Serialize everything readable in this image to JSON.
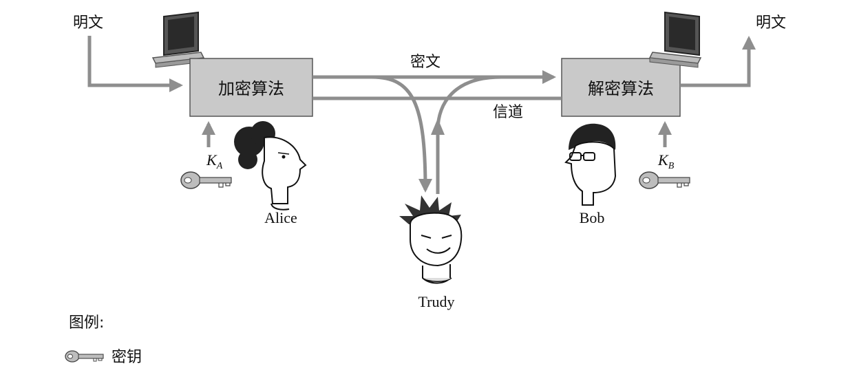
{
  "labels": {
    "plaintext_in": "明文",
    "plaintext_out": "明文",
    "ciphertext": "密文",
    "channel": "信道",
    "encrypt_box": "加密算法",
    "decrypt_box": "解密算法",
    "key_a": "K",
    "key_a_sub": "A",
    "key_b": "K",
    "key_b_sub": "B",
    "alice": "Alice",
    "bob": "Bob",
    "trudy": "Trudy",
    "legend_title": "图例:",
    "legend_key": "密钥"
  },
  "colors": {
    "box_fill": "#c9c9c9",
    "arrow": "#8e8e8e",
    "line_dark": "#111111"
  },
  "icons": [
    "computer-icon",
    "key-icon",
    "person-icon"
  ]
}
